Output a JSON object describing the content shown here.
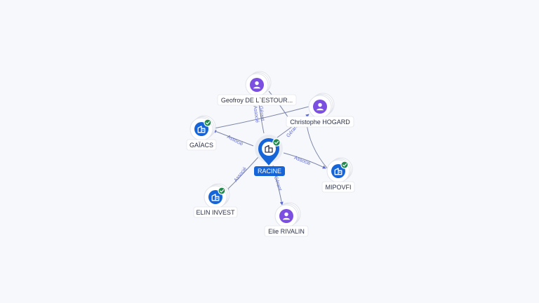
{
  "root": {
    "label": "RACINE"
  },
  "nodes": [
    {
      "id": "geofroy",
      "label": "Geofroy DE L`ESTOUR...",
      "kind": "person",
      "verified": false
    },
    {
      "id": "hogard",
      "label": "Christophe HOGARD",
      "kind": "person",
      "verified": false
    },
    {
      "id": "gaiacs",
      "label": "GAÏACS",
      "kind": "company",
      "verified": true
    },
    {
      "id": "mipovfi",
      "label": "MIPOVFI",
      "kind": "company",
      "verified": true
    },
    {
      "id": "elin",
      "label": "ELIN INVEST",
      "kind": "company",
      "verified": true
    },
    {
      "id": "rivalin",
      "label": "Elie RIVALIN",
      "kind": "person",
      "verified": false
    }
  ],
  "edge_labels": {
    "geofroy": "Gérant\nAssocié",
    "hogard": "Gérant",
    "gaiacs": "Associé",
    "mipovfi": "Associé",
    "elin": "Associé",
    "rivalin": "Gérant"
  },
  "colors": {
    "company": "#1565d8",
    "person": "#7b4fe0",
    "verified": "#1f8a4c",
    "edge": "#7c86a8",
    "edge_label": "#5e6ad2"
  }
}
